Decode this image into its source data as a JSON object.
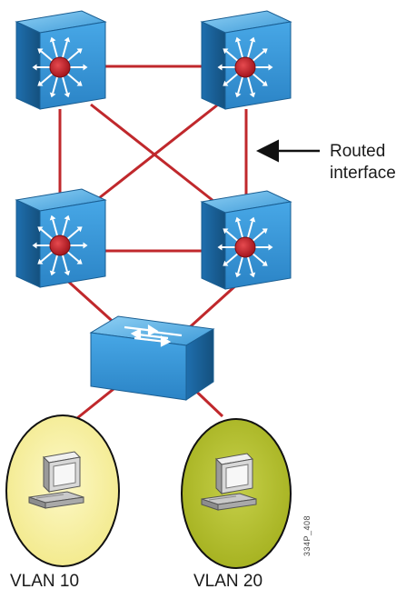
{
  "annotation": {
    "routed_line1": "Routed",
    "routed_line2": "interface"
  },
  "vlans": [
    {
      "label": "VLAN 10",
      "color": "#f6f0a0"
    },
    {
      "label": "VLAN 20",
      "color": "#b7c230"
    }
  ],
  "figure_code": "334P_408",
  "colors": {
    "link": "#c0282c",
    "switch_blue": "#2f8fd4",
    "router_hub": "#c8202a"
  }
}
